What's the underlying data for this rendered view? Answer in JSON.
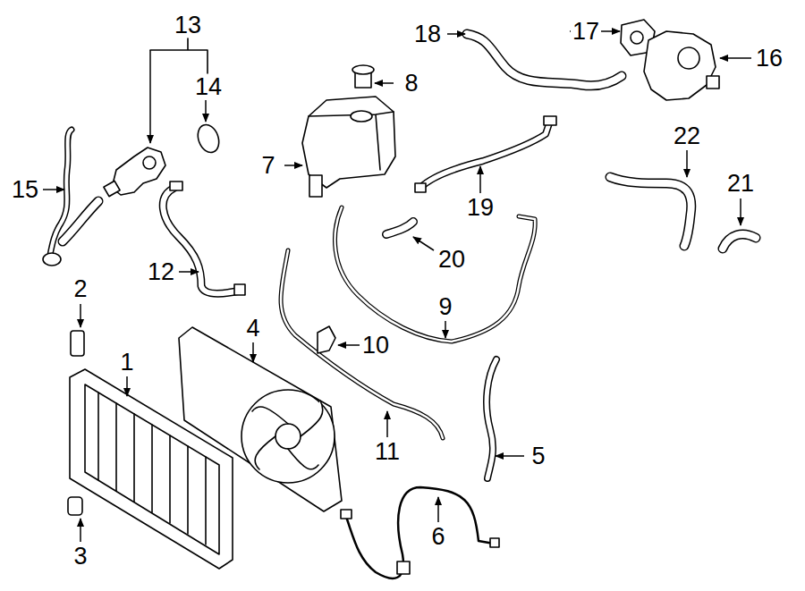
{
  "diagram": {
    "labels": [
      "13",
      "14",
      "8",
      "18",
      "17",
      "16",
      "7",
      "22",
      "15",
      "19",
      "21",
      "20",
      "12",
      "9",
      "10",
      "2",
      "4",
      "1",
      "11",
      "5",
      "6",
      "3"
    ]
  }
}
